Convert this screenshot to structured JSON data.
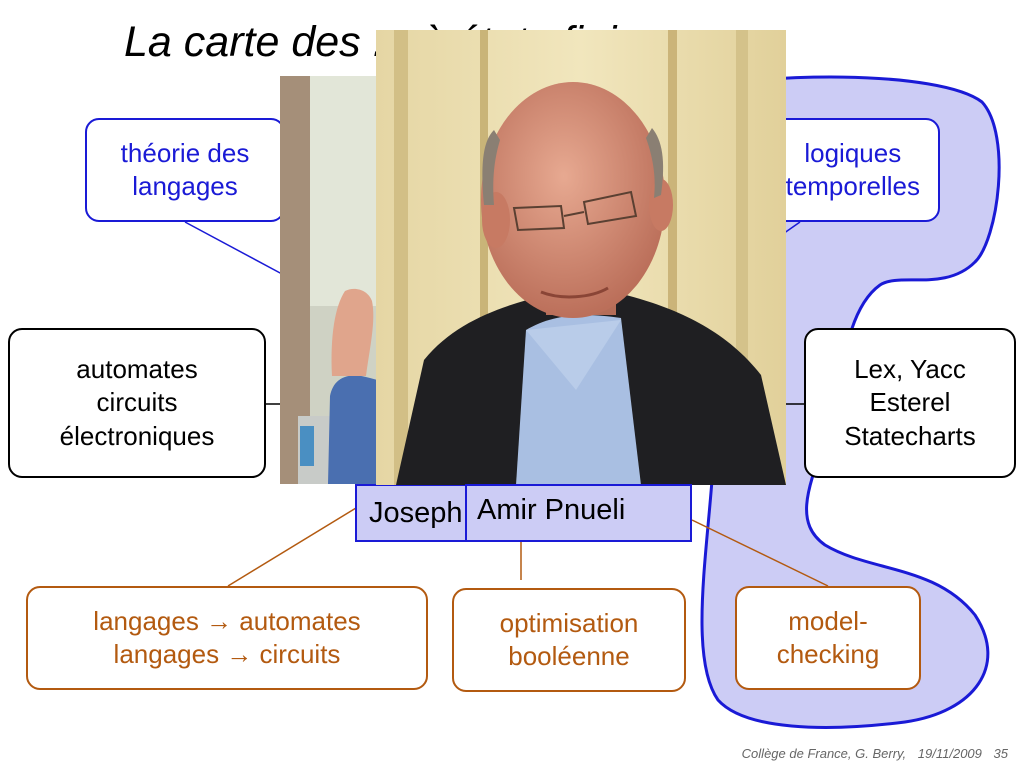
{
  "slide": {
    "title": "La carte des ... à états finis",
    "footer": {
      "source": "Collège de France, G. Berry,",
      "date": "19/11/2009",
      "page": "35"
    }
  },
  "boxes": {
    "theorie": [
      "théorie des",
      "langages"
    ],
    "logiques": [
      "logiques",
      "temporelles"
    ],
    "automates": [
      "automates",
      "circuits",
      "électroniques"
    ],
    "lex": [
      "Lex, Yacc",
      "Esterel",
      "Statecharts"
    ],
    "langages": [
      "langages → automates",
      "langages → circuits"
    ],
    "optimisation": [
      "optimisation",
      "booléenne"
    ],
    "model": [
      "model-",
      "checking"
    ]
  },
  "names": {
    "joseph": "Joseph Sifakis",
    "amir": "Amir Pnueli"
  },
  "colors": {
    "blue": "#1a1ad6",
    "lavender": "#ccccf5",
    "brown": "#b35a10",
    "black": "#000000"
  }
}
